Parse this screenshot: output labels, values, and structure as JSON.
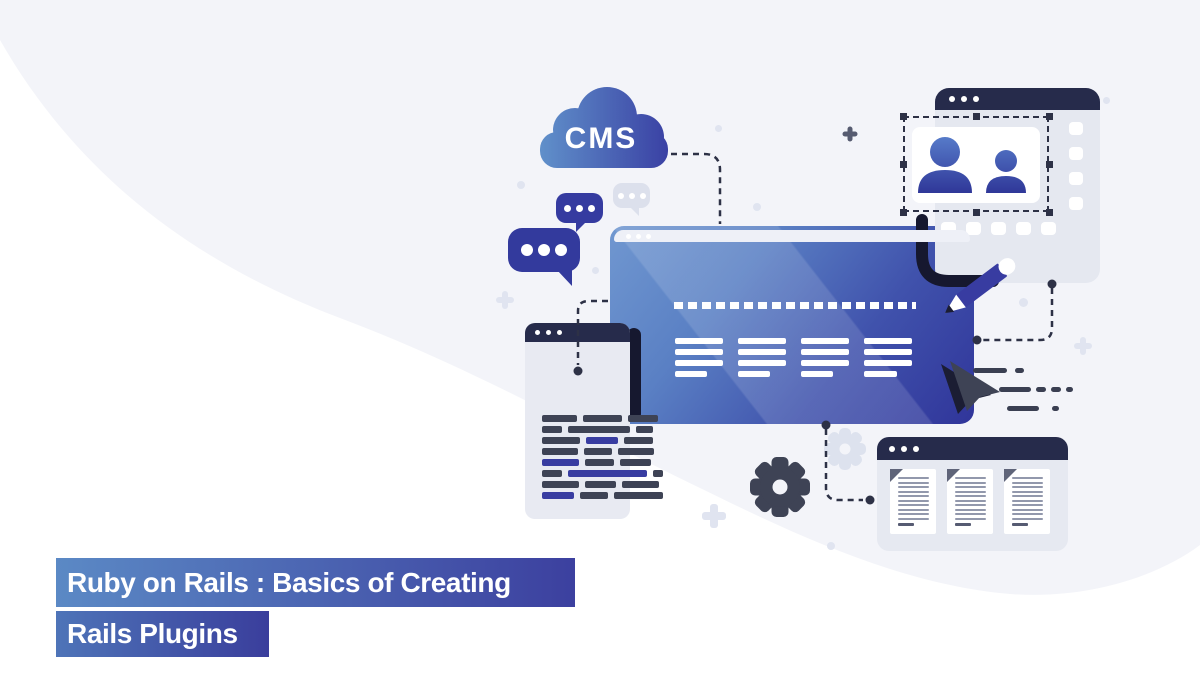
{
  "banner": {
    "line1": "Ruby on Rails : Basics of Creating",
    "line2": "Rails Plugins"
  },
  "cloud": {
    "label": "CMS"
  },
  "colors": {
    "accent_indigo": "#33389b",
    "steel_blue": "#7097d0",
    "navy_titlebar": "#262b4b",
    "slate": "#3e4355",
    "near_black": "#16182f",
    "panel_gray": "#e6e9f1",
    "page_tint": "#f3f4f9",
    "code_blue": "#383ca1",
    "banner_gradient_start": "#5b89c5",
    "banner_gradient_end": "#3c409f"
  },
  "main_window": {
    "dot_count": 3,
    "columns": [
      {
        "lines": [
          48,
          48,
          48,
          32
        ]
      },
      {
        "lines": [
          48,
          48,
          48,
          32
        ]
      },
      {
        "lines": [
          48,
          48,
          48,
          32
        ]
      },
      {
        "lines": [
          48,
          48,
          48,
          33
        ]
      }
    ]
  },
  "code_editor": {
    "rows": [
      [
        {
          "w": 35,
          "c": "d"
        },
        {
          "w": 39,
          "c": "d"
        },
        {
          "w": 30,
          "c": "d"
        }
      ],
      [
        {
          "w": 20,
          "c": "d"
        },
        {
          "w": 62,
          "c": "d"
        },
        {
          "w": 17,
          "c": "d"
        }
      ],
      [
        {
          "w": 38,
          "c": "d"
        },
        {
          "w": 32,
          "c": "b"
        },
        {
          "w": 29,
          "c": "d"
        }
      ],
      [
        {
          "w": 36,
          "c": "d"
        },
        {
          "w": 28,
          "c": "d"
        },
        {
          "w": 36,
          "c": "d"
        }
      ],
      [
        {
          "w": 37,
          "c": "b"
        },
        {
          "w": 29,
          "c": "d"
        },
        {
          "w": 31,
          "c": "d"
        }
      ],
      [
        {
          "w": 20,
          "c": "d"
        },
        {
          "w": 79,
          "c": "b"
        },
        {
          "w": 10,
          "c": "d"
        }
      ],
      [
        {
          "w": 37,
          "c": "d"
        },
        {
          "w": 31,
          "c": "d"
        },
        {
          "w": 37,
          "c": "d"
        }
      ],
      [
        {
          "w": 32,
          "c": "b"
        },
        {
          "w": 28,
          "c": "d"
        },
        {
          "w": 49,
          "c": "d"
        }
      ]
    ]
  },
  "docs_window": {
    "card_count": 3,
    "lines_per_card": 10
  },
  "photo_editor": {
    "toolbar_squares_right": 4,
    "toolbar_squares_bottom": 5
  }
}
